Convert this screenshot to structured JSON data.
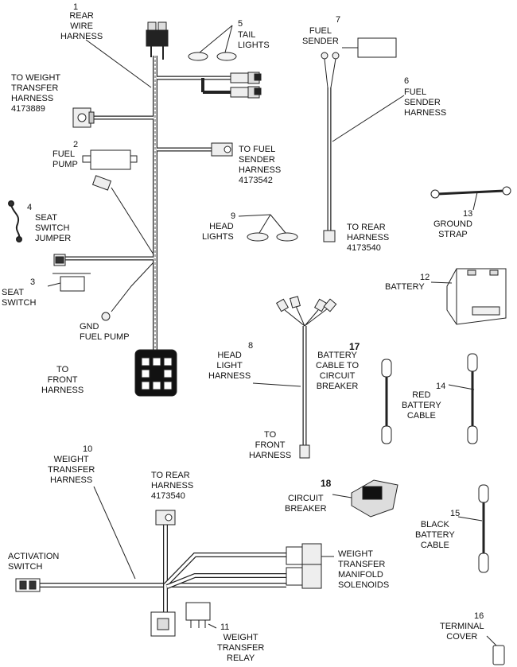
{
  "labels": {
    "n1": "1",
    "rear_wire_harness": "REAR\nWIRE\nHARNESS",
    "n5": "5",
    "tail_lights": "TAIL\nLIGHTS",
    "n7": "7",
    "fuel_sender": "FUEL\nSENDER",
    "to_weight_transfer": "TO WEIGHT\nTRANSFER\nHARNESS\n4173889",
    "n6": "6",
    "fuel_sender_harness": "FUEL\nSENDER\nHARNESS",
    "n2": "2",
    "fuel_pump": "FUEL\nPUMP",
    "to_fuel_sender": "TO FUEL\nSENDER\nHARNESS\n4173542",
    "n13": "13",
    "ground_strap": "GROUND\nSTRAP",
    "n4": "4",
    "seat_switch_jumper": "SEAT\nSWITCH\nJUMPER",
    "n9": "9",
    "head_lights": "HEAD\nLIGHTS",
    "to_rear_harness_top": "TO REAR\nHARNESS\n4173540",
    "n3": "3",
    "seat_switch": "SEAT\nSWITCH",
    "n12": "12",
    "battery": "BATTERY",
    "gnd_fuel_pump": "GND\nFUEL PUMP",
    "n8": "8",
    "head_light_harness": "HEAD\nLIGHT\nHARNESS",
    "n17": "17",
    "battery_cable_cb": "BATTERY\nCABLE TO\nCIRCUIT\nBREAKER",
    "n14": "14",
    "red_battery_cable": "RED\nBATTERY\nCABLE",
    "to_front_harness_left": "TO\nFRONT\nHARNESS",
    "to_front_harness_mid": "TO\nFRONT\nHARNESS",
    "n10": "10",
    "weight_transfer_harness": "WEIGHT\nTRANSFER\nHARNESS",
    "to_rear_harness_bottom": "TO REAR\nHARNESS\n4173540",
    "n18": "18",
    "circuit_breaker": "CIRCUIT\nBREAKER",
    "n15": "15",
    "black_battery_cable": "BLACK\nBATTERY\nCABLE",
    "activation_switch": "ACTIVATION\nSWITCH",
    "wt_manifold_solenoids": "WEIGHT\nTRANSFER\nMANIFOLD\nSOLENOIDS",
    "n11": "11",
    "wt_relay": "WEIGHT\nTRANSFER\nRELAY",
    "n16": "16",
    "terminal_cover": "TERMINAL\nCOVER"
  },
  "colors": {
    "line": "#222222",
    "fill_light": "#e6e6e6",
    "fill_dark": "#333333"
  }
}
